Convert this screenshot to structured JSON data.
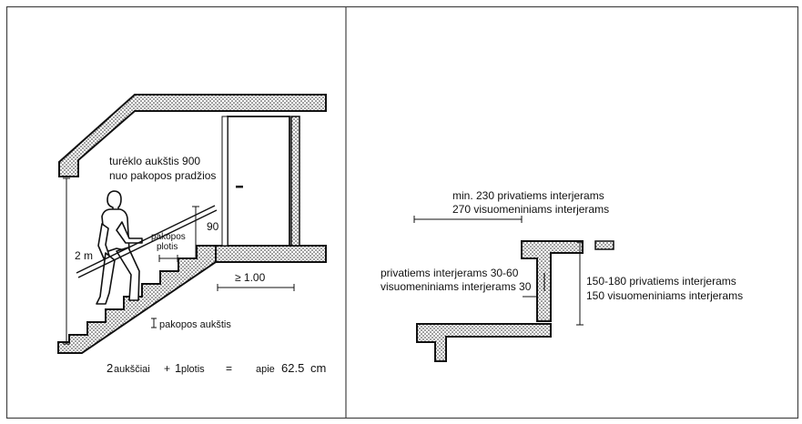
{
  "left_panel": {
    "handrail_note": {
      "line1": "turėklo aukštis 900",
      "line2": "nuo pakopos pradžios"
    },
    "height_2m": "2 m",
    "door_height_90": "90",
    "tread_width_label": {
      "line1": "pakopos",
      "line2": "plotis"
    },
    "landing_width": "≥ 1.00",
    "riser_height_label": "pakopos aukštis",
    "formula": {
      "coef1": "2",
      "term1": "aukščiai",
      "plus": "+",
      "coef2": "1",
      "term2": "plotis",
      "equals": "=",
      "approx": "apie",
      "value": "62.5",
      "unit": "cm"
    }
  },
  "right_panel": {
    "top_dim": {
      "line1": "min. 230 privatiems interjerams",
      "line2": "270 visuomeniniams interjerams"
    },
    "nosing_dim": {
      "line1": "privatiems interjerams 30-60",
      "line2": "visuomeniniams interjerams 30"
    },
    "rise_dim": {
      "line1": "150-180 privatiems interjerams",
      "line2": "150 visuomeniniams interjerams"
    }
  }
}
